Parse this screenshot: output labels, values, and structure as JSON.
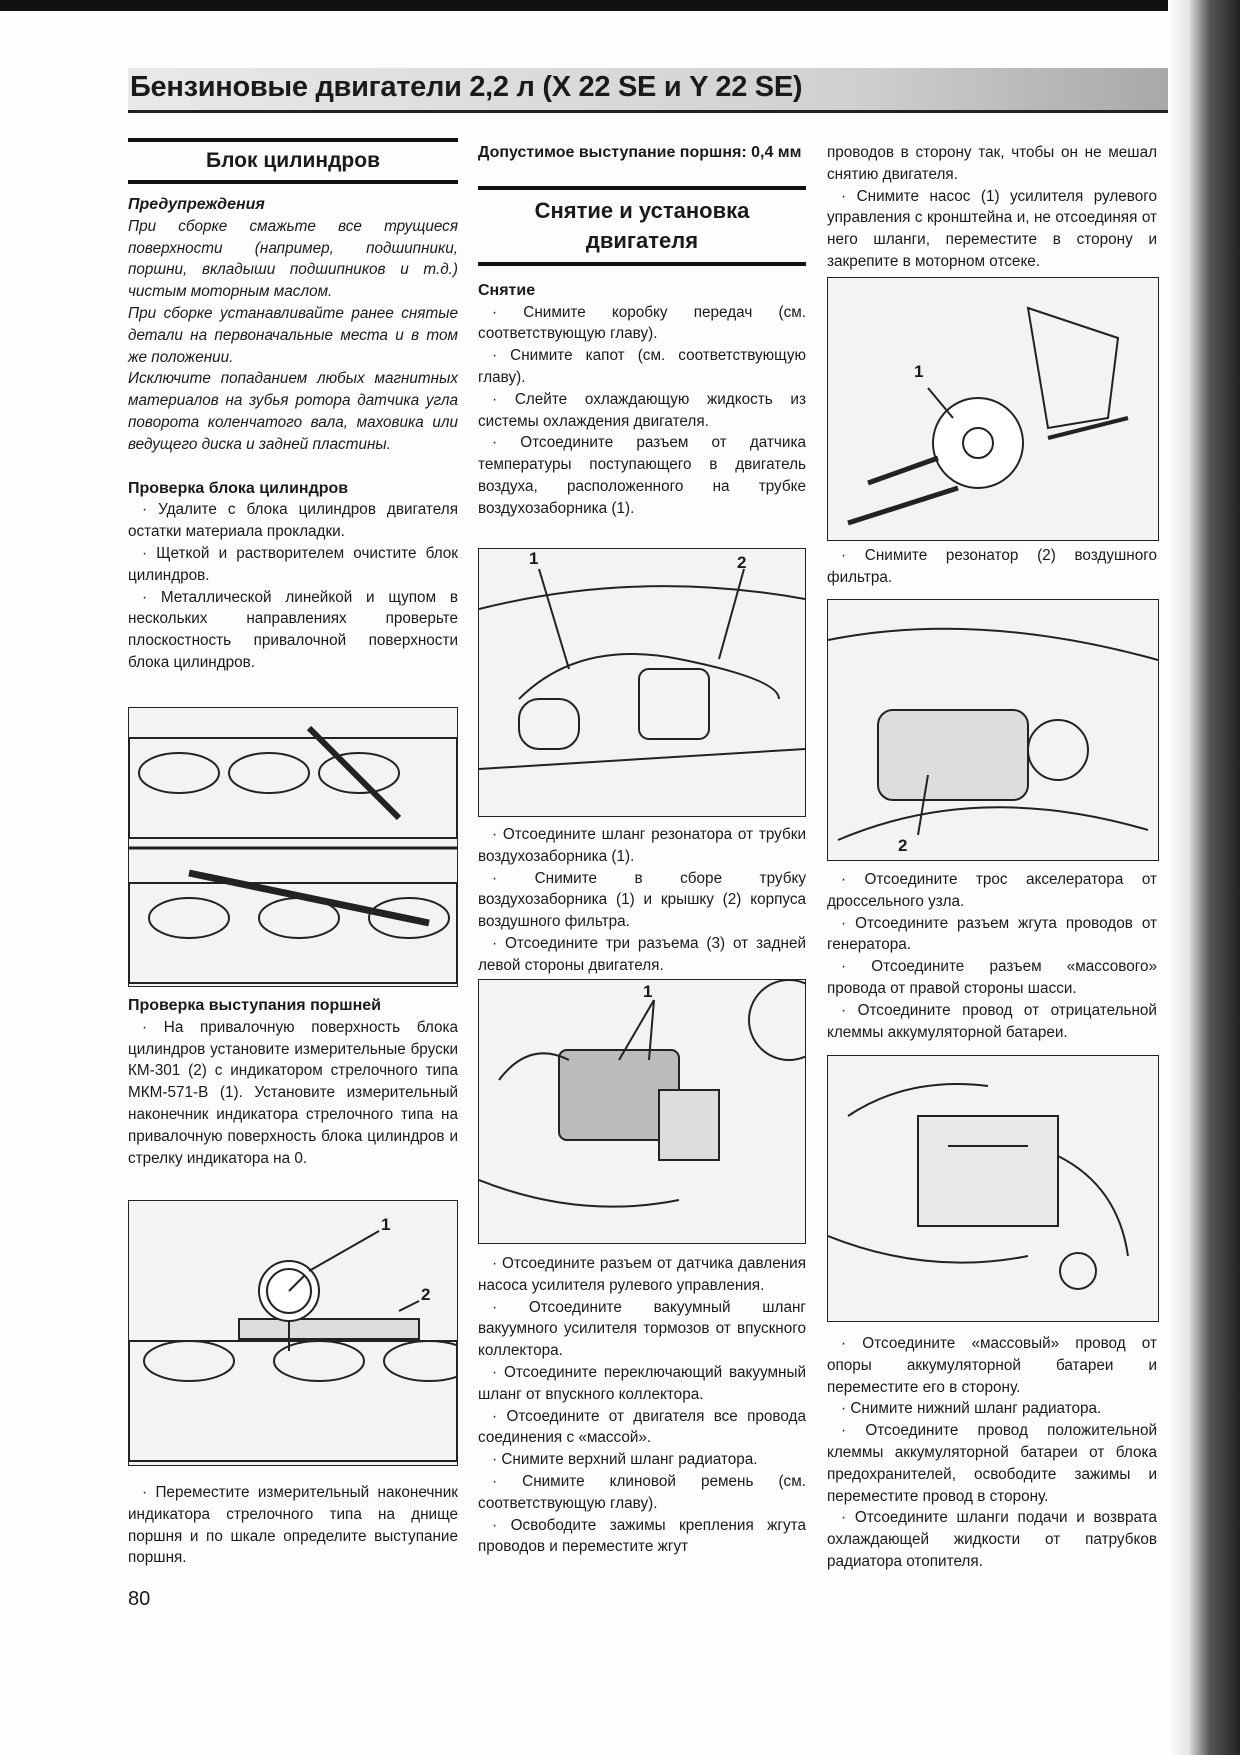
{
  "header": {
    "title": "Бензиновые двигатели 2,2 л (X 22 SE и Y 22 SE)"
  },
  "page_number": "80",
  "left": {
    "section_title": "Блок цилиндров",
    "warnings_title": "Предупреждения",
    "warnings": [
      "При сборке смажьте все трущиеся поверхности (например, подшипники, поршни, вкладыши подшипников и т.д.) чистым моторным маслом.",
      "При сборке устанавливайте ранее снятые детали на первоначальные места и в том же положении.",
      "Исключите попаданием любых магнитных материалов на зубья ротора датчика угла поворота коленчатого вала, маховика или ведущего диска и задней пластины."
    ],
    "check_title": "Проверка блока цилиндров",
    "check_steps": [
      "Удалите с блока цилиндров двигателя остатки материала прокладки.",
      "Щеткой и растворителем очистите блок цилиндров.",
      "Металлической линейкой и щупом в нескольких направлениях проверьте плоскостность привалочной поверхности блока цилиндров."
    ],
    "piston_title": "Проверка выступания поршней",
    "piston_step": "На привалочную поверхность блока цилиндров установите измерительные бруски КМ-301 (2) с индикатором стрелочного типа МКМ-571-В (1). Установите измерительный наконечник индикатора стрелочного типа на привалочную поверхность блока цилиндров и стрелку индикатора на 0.",
    "fig_labels": [
      "1",
      "2"
    ],
    "piston_step2": "Переместите измерительный наконечник индикатора стрелочного типа на днище поршня и по шкале определите выступание поршня."
  },
  "middle": {
    "spec": "Допустимое выступание поршня: 0,4 мм",
    "section_title": "Снятие и установка двигателя",
    "removal_title": "Снятие",
    "steps1": [
      "Снимите коробку передач (см. соответствующую главу).",
      "Снимите капот (см. соответствующую главу).",
      "Слейте охлаждающую жидкость из системы охлаждения двигателя.",
      "Отсоедините разъем от датчика температуры поступающего в двигатель воздуха, расположенного на трубке воздухозаборника (1)."
    ],
    "fig1_labels": [
      "1",
      "2"
    ],
    "steps2": [
      "Отсоедините шланг резонатора от трубки воздухозаборника (1).",
      "Снимите в сборе трубку воздухозаборника (1) и крышку (2) корпуса воздушного фильтра.",
      "Отсоедините три разъема (3) от задней левой стороны двигателя."
    ],
    "fig2_labels": [
      "1"
    ],
    "steps3": [
      "Отсоедините разъем от датчика давления насоса усилителя рулевого управления.",
      "Отсоедините вакуумный шланг вакуумного усилителя тормозов от впускного коллектора.",
      "Отсоедините переключающий вакуумный шланг от впускного коллектора.",
      "Отсоедините от двигателя все провода соединения с «массой».",
      "Снимите верхний шланг радиатора.",
      "Снимите клиновой ремень (см. соответствующую главу).",
      "Освободите зажимы крепления жгута проводов и переместите жгут"
    ]
  },
  "right": {
    "cont": "проводов в сторону так, чтобы он не мешал снятию двигателя.",
    "step_pump": "Снимите насос (1) усилителя рулевого управления с кронштейна и, не отсоединяя от него шланги, переместите в сторону и закрепите в моторном отсеке.",
    "fig1_labels": [
      "1"
    ],
    "step_res": "Снимите резонатор (2) воздушного фильтра.",
    "fig2_labels": [
      "2"
    ],
    "steps2": [
      "Отсоедините трос акселератора от дроссельного узла.",
      "Отсоедините разъем жгута проводов от генератора.",
      "Отсоедините разъем «массового» провода от правой стороны шасси.",
      "Отсоедините провод от отрицательной клеммы аккумуляторной батареи."
    ],
    "steps3": [
      "Отсоедините «массовый» провод от опоры аккумуляторной батареи и переместите его в сторону.",
      "Снимите нижний шланг радиатора.",
      "Отсоедините провод положительной клеммы аккумуляторной батареи от блока предохранителей, освободите зажимы и переместите провод в сторону.",
      "Отсоедините шланги подачи и возврата охлаждающей жидкости от патрубков радиатора отопителя."
    ]
  }
}
